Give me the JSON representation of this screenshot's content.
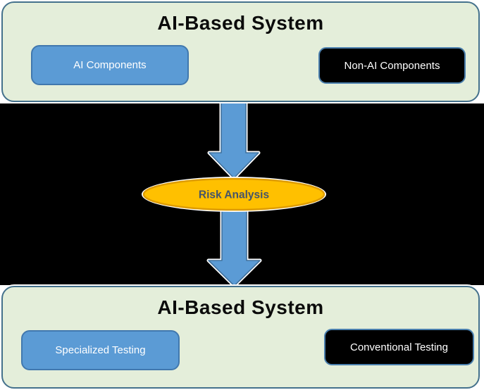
{
  "top_system": {
    "title": "AI-Based System",
    "ai_box_label": "AI Components",
    "non_ai_box_label": "Non-AI Components"
  },
  "risk": {
    "label": "Risk Analysis"
  },
  "bottom_system": {
    "title": "AI-Based System",
    "specialized_box_label": "Specialized Testing",
    "conventional_box_label": "Conventional Testing"
  },
  "colors": {
    "container_fill": "#e4eeda",
    "container_border": "#44718c",
    "blue_box_fill": "#5b9bd5",
    "blue_box_border": "#4178ae",
    "dark_box_fill": "#000000",
    "dark_box_border": "#4a7fae",
    "arrow_fill": "#5b9bd5",
    "arrow_border": "#41719c",
    "ellipse_fill": "#ffc000",
    "ellipse_border": "#dd9b00",
    "risk_text": "#44546a",
    "middle_band_background": "#000000",
    "shape_halo": "#ffffff"
  }
}
